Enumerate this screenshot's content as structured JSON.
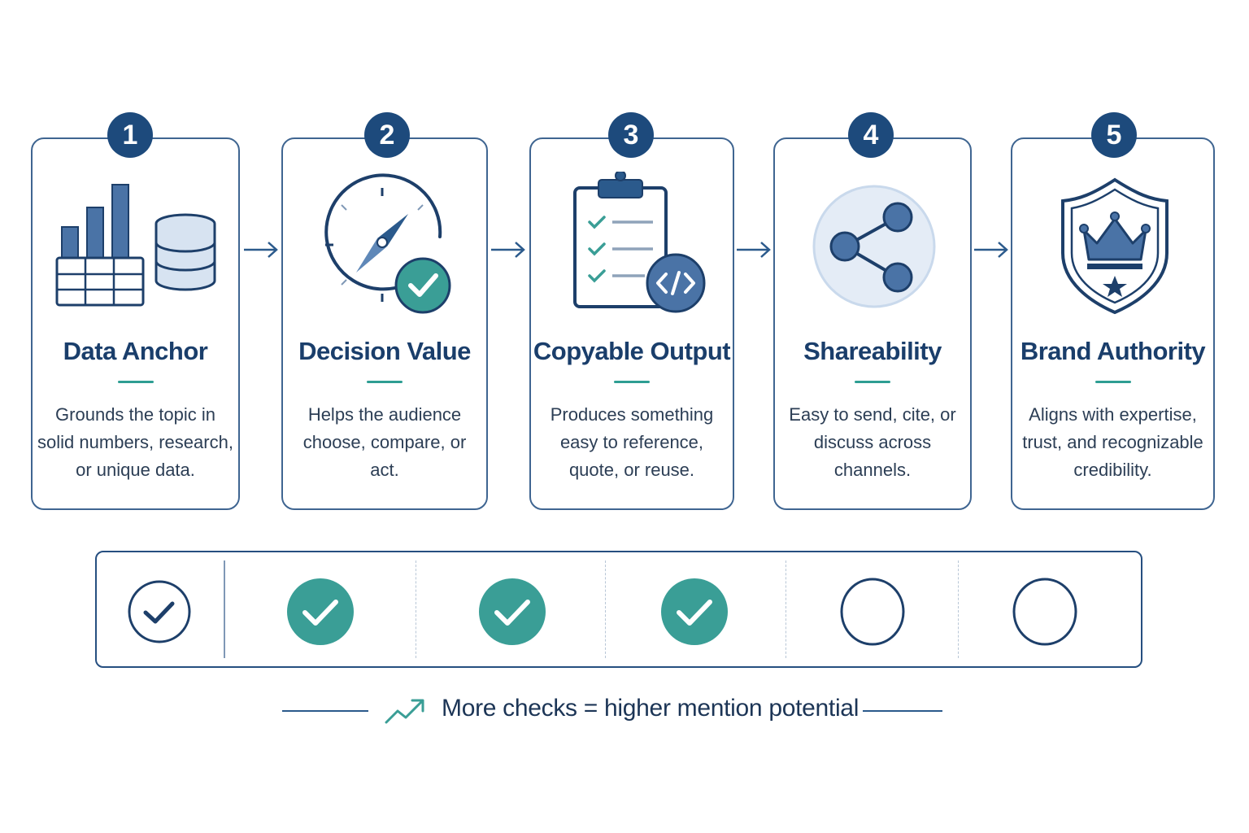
{
  "steps": [
    {
      "number": "1",
      "title": "Data Anchor",
      "description": "Grounds the topic in solid numbers, research, or unique data.",
      "icon": "bar-chart-database-icon"
    },
    {
      "number": "2",
      "title": "Decision Value",
      "description": "Helps the audience choose, compare, or act.",
      "icon": "compass-check-icon"
    },
    {
      "number": "3",
      "title": "Copyable Output",
      "description": "Produces something easy to reference, quote, or reuse.",
      "icon": "clipboard-code-icon"
    },
    {
      "number": "4",
      "title": "Shareability",
      "description": "Easy to send, cite, or discuss across channels.",
      "icon": "share-icon"
    },
    {
      "number": "5",
      "title": "Brand Authority",
      "description": "Aligns with expertise, trust, and recognizable credibility.",
      "icon": "crown-shield-icon"
    }
  ],
  "checklist": [
    {
      "state": "checked-outline",
      "icon": "check-outline-icon"
    },
    {
      "state": "checked",
      "icon": "check-filled-icon"
    },
    {
      "state": "checked",
      "icon": "check-filled-icon"
    },
    {
      "state": "checked",
      "icon": "check-filled-icon"
    },
    {
      "state": "unchecked",
      "icon": "empty-circle-icon"
    },
    {
      "state": "unchecked",
      "icon": "empty-circle-icon"
    }
  ],
  "legend": {
    "text": "More checks = higher mention potential",
    "icon": "trend-up-icon"
  },
  "colors": {
    "navy": "#1d4a7c",
    "border": "#3f6591",
    "teal": "#3a9e96",
    "light_blue": "#c9d9ec"
  }
}
